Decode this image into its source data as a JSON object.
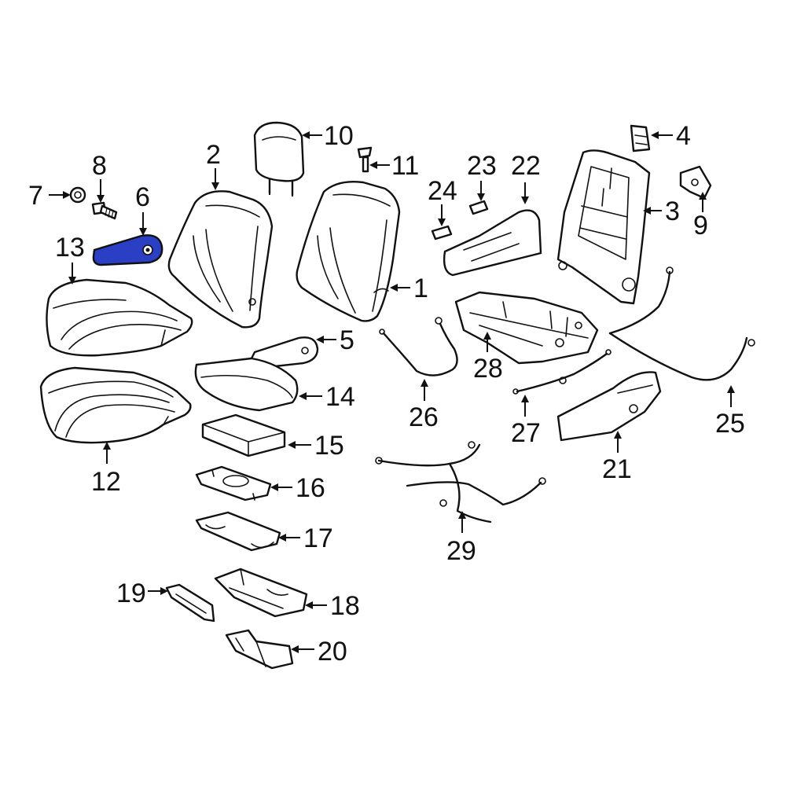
{
  "colors": {
    "highlight": "#2b3fc4",
    "line": "#111111",
    "background": "#ffffff"
  },
  "highlighted_part": "6",
  "callouts": {
    "c1": "1",
    "c2": "2",
    "c3": "3",
    "c4": "4",
    "c5": "5",
    "c6": "6",
    "c7": "7",
    "c8": "8",
    "c9": "9",
    "c10": "10",
    "c11": "11",
    "c12": "12",
    "c13": "13",
    "c14": "14",
    "c15": "15",
    "c16": "16",
    "c17": "17",
    "c18": "18",
    "c19": "19",
    "c20": "20",
    "c21": "21",
    "c22": "22",
    "c23": "23",
    "c24": "24",
    "c25": "25",
    "c26": "26",
    "c27": "27",
    "c28": "28",
    "c29": "29"
  }
}
